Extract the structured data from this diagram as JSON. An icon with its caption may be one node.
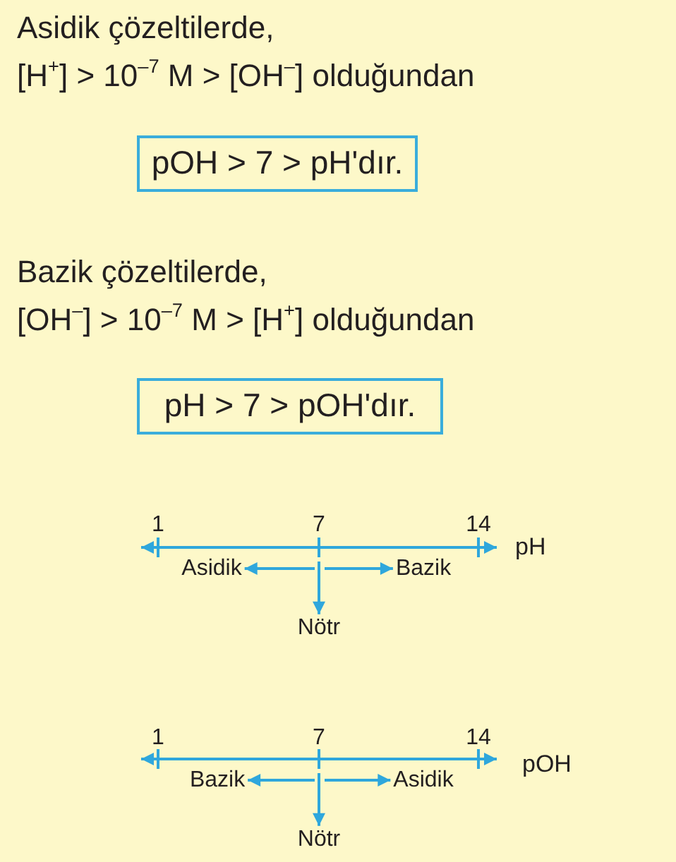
{
  "diagram": {
    "nodes": [
      {
        "text": [
          "pOH > 7 > pH'dır."
        ]
      },
      {
        "text": [
          "pH > 7 > pOH'dır."
        ]
      },
      {
        "text": [
          "Asidik"
        ]
      },
      {
        "text": [
          "Bazik"
        ]
      },
      {
        "text": [
          "Nötr"
        ]
      },
      {
        "text": [
          "Bazik"
        ]
      },
      {
        "text": [
          "Asidik"
        ]
      },
      {
        "text": [
          "Nötr"
        ]
      }
    ],
    "edges": [
      {
        "from": null,
        "to": 2,
        "arrow": "to"
      },
      {
        "from": null,
        "to": 3,
        "arrow": "to"
      },
      {
        "from": null,
        "to": 4,
        "arrow": "to"
      },
      {
        "from": null,
        "to": 5,
        "arrow": "to"
      },
      {
        "from": null,
        "to": 6,
        "arrow": "to"
      },
      {
        "from": null,
        "to": 7,
        "arrow": "to"
      }
    ],
    "labels": [
      "Asidik çözeltilerde,",
      "[H$^{+}$] > 10$^{–7}$ M > [OH$^{–}$] olduğundan",
      "Bazik çözeltilerde,",
      "[OH$^{–}$] > 10$^{–7}$ M > [H$^{+}$] olduğundan",
      "1",
      "7",
      "14",
      "pH",
      "1",
      "7",
      "14",
      "pOH"
    ]
  }
}
